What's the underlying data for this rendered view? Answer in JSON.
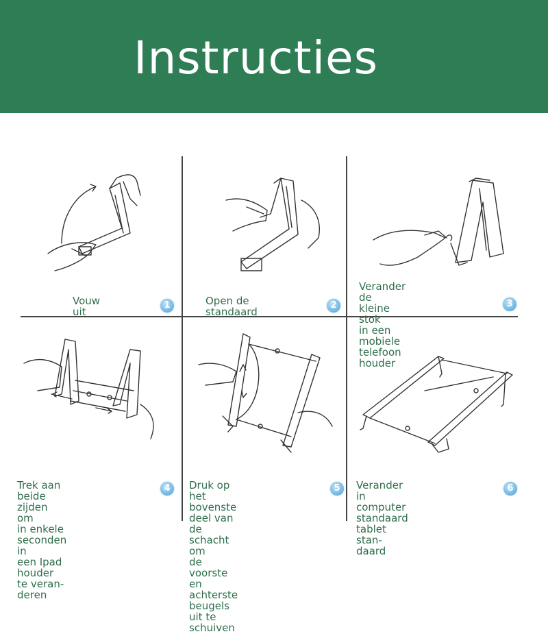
{
  "header": {
    "title": "Instructies",
    "color": "#2e7d55"
  },
  "steps": [
    {
      "number": "1",
      "caption": "Vouw  uit"
    },
    {
      "number": "2",
      "caption": "Open de standaard"
    },
    {
      "number": "3",
      "caption_lines": [
        "Verander de kleine stok",
        "in een mobiele telefoon",
        "houder"
      ]
    },
    {
      "number": "4",
      "caption_lines": [
        "Trek aan beide zijden om",
        "in enkele seconden in",
        "een Ipad houder te veran-",
        "deren"
      ]
    },
    {
      "number": "5",
      "caption_lines": [
        "Druk op het bovenste",
        "deel van de schacht om",
        "de voorste en achterste",
        "beugels uit te schuiven"
      ]
    },
    {
      "number": "6",
      "caption_lines": [
        "Verander in computer",
        "standaard tablet stan-",
        "daard"
      ]
    }
  ]
}
